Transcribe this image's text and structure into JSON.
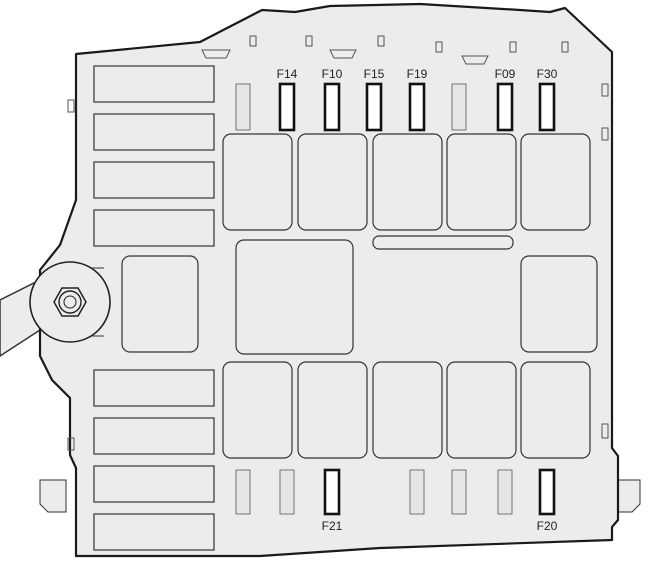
{
  "fuses_top": [
    {
      "id": "f14",
      "label": "F14"
    },
    {
      "id": "f10",
      "label": "F10"
    },
    {
      "id": "f15",
      "label": "F15"
    },
    {
      "id": "f19",
      "label": "F19"
    },
    {
      "id": "f09",
      "label": "F09"
    },
    {
      "id": "f30",
      "label": "F30"
    }
  ],
  "fuses_bottom": [
    {
      "id": "f21",
      "label": "F21"
    },
    {
      "id": "f20",
      "label": "F20"
    }
  ],
  "colors": {
    "outline": "#1a1a1a",
    "box_fill": "#ececec",
    "highlight_fill": "#ffffff"
  }
}
